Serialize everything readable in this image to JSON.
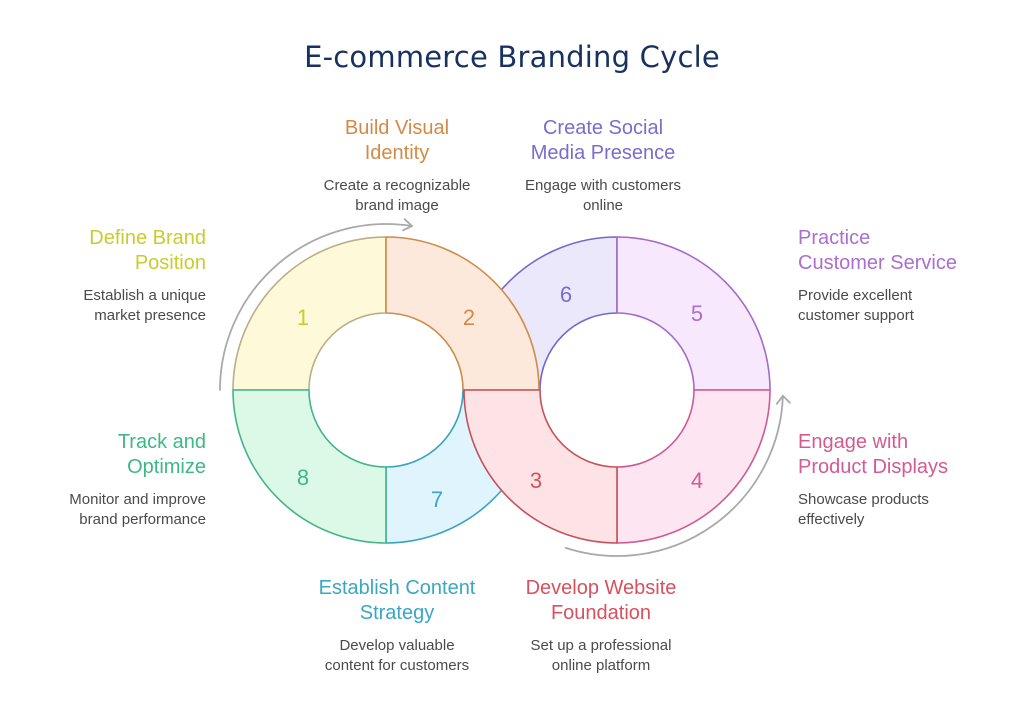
{
  "title": "E-commerce Branding Cycle",
  "steps": [
    {
      "number": "1",
      "heading_line1": "Define Brand",
      "heading_line2": "Position",
      "desc_line1": "Establish a unique",
      "desc_line2": "market presence",
      "color": "#c9cc2e",
      "fill": "#fdf9d9",
      "stroke": "#b9b08a"
    },
    {
      "number": "2",
      "heading_line1": "Build Visual",
      "heading_line2": "Identity",
      "desc_line1": "Create a recognizable",
      "desc_line2": "brand image",
      "color": "#d28a45",
      "fill": "#fde9dc",
      "stroke": "#cf8c46"
    },
    {
      "number": "3",
      "heading_line1": "Develop Website",
      "heading_line2": "Foundation",
      "desc_line1": "Set up a professional",
      "desc_line2": "online platform",
      "color": "#d9505e",
      "fill": "#fde3e6",
      "stroke": "#c5525c"
    },
    {
      "number": "4",
      "heading_line1": "Engage with",
      "heading_line2": "Product Displays",
      "desc_line1": "Showcase products",
      "desc_line2": "effectively",
      "color": "#d45a92",
      "fill": "#fde5f2",
      "stroke": "#cc5c93"
    },
    {
      "number": "5",
      "heading_line1": "Practice",
      "heading_line2": "Customer Service",
      "desc_line1": "Provide excellent",
      "desc_line2": "customer support",
      "color": "#ab6ed0",
      "fill": "#f7e8fd",
      "stroke": "#a46ac9"
    },
    {
      "number": "6",
      "heading_line1": "Create Social",
      "heading_line2": "Media Presence",
      "desc_line1": "Engage with customers",
      "desc_line2": "online",
      "color": "#7a6ccc",
      "fill": "#ece8fc",
      "stroke": "#7566cb"
    },
    {
      "number": "7",
      "heading_line1": "Establish Content",
      "heading_line2": "Strategy",
      "desc_line1": "Develop valuable",
      "desc_line2": "content for customers",
      "color": "#3aa7c4",
      "fill": "#e0f4fd",
      "stroke": "#3aa3bd"
    },
    {
      "number": "8",
      "heading_line1": "Track and",
      "heading_line2": "Optimize",
      "desc_line1": "Monitor and improve",
      "desc_line2": "brand performance",
      "color": "#3eb884",
      "fill": "#dcf9e8",
      "stroke": "#44b489"
    }
  ],
  "arrow_color": "#a9a9a9"
}
